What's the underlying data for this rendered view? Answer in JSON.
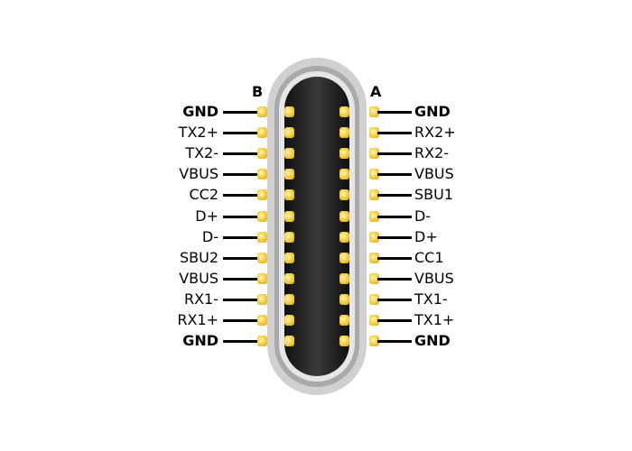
{
  "side_labels": {
    "left": "B",
    "right": "A"
  },
  "pins_b": [
    "GND",
    "TX2+",
    "TX2-",
    "VBUS",
    "CC2",
    "D+",
    "D-",
    "SBU2",
    "VBUS",
    "RX1-",
    "RX1+",
    "GND"
  ],
  "pins_a": [
    "GND",
    "RX2+",
    "RX2-",
    "VBUS",
    "SBU1",
    "D-",
    "D+",
    "CC1",
    "VBUS",
    "TX1-",
    "TX1+",
    "GND"
  ],
  "colors": {
    "pad": "#f5d24a",
    "wire": "#000000",
    "core": "#1a1a1a",
    "shell": "#d0d0d0"
  }
}
